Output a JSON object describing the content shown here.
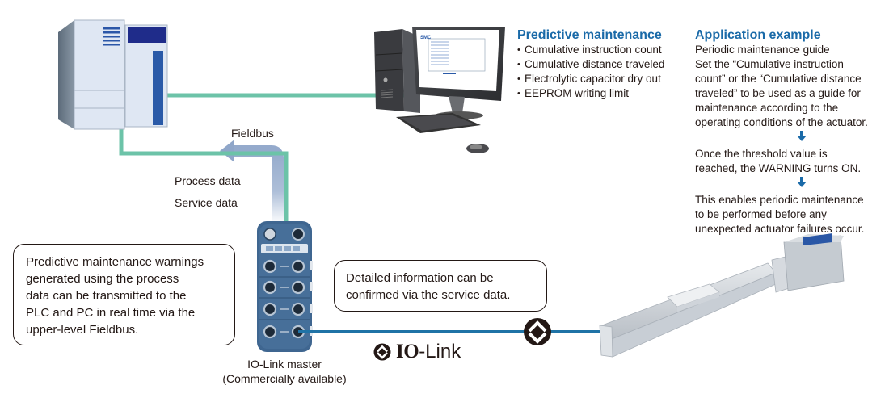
{
  "colors": {
    "fieldbus_line": "#6cc3a8",
    "iolink_line": "#1f73a6",
    "heading_blue": "#1a6aa8",
    "arrow_blue": "#8fa6c9",
    "master_body": "#3f6690"
  },
  "labels": {
    "fieldbus": "Fieldbus",
    "process_data": "Process data",
    "service_data": "Service data",
    "io_link_master_line1": "IO-Link master",
    "io_link_master_line2": "(Commercially available)",
    "io_link_logo_bold": "IO",
    "io_link_logo_rest": "-Link"
  },
  "predictive_maintenance": {
    "title": "Predictive maintenance",
    "items": [
      "Cumulative instruction count",
      "Cumulative distance traveled",
      "Electrolytic capacitor dry out",
      "EEPROM writing limit"
    ]
  },
  "application_example": {
    "title": "Application example",
    "subtitle": "Periodic maintenance guide",
    "step1": [
      "Set the “Cumulative instruction",
      "count” or the “Cumulative distance",
      "traveled” to be used as a guide for",
      "maintenance according to the",
      "operating conditions of the actuator."
    ],
    "step2": [
      "Once the threshold value is",
      "reached, the WARNING turns ON."
    ],
    "step3": [
      "This enables periodic maintenance",
      "to be performed before any",
      "unexpected actuator failures occur."
    ]
  },
  "callouts": {
    "left": [
      "Predictive maintenance warnings",
      "generated using the process",
      "data can be transmitted to the",
      "PLC and PC in real time via the",
      "upper-level Fieldbus."
    ],
    "middle": [
      "Detailed information can be",
      "confirmed via the service data."
    ]
  },
  "devices": {
    "plc": "plc-icon",
    "pc": "pc-icon",
    "io_link_master": "io-link-master-icon",
    "actuator": "electric-actuator-icon"
  }
}
